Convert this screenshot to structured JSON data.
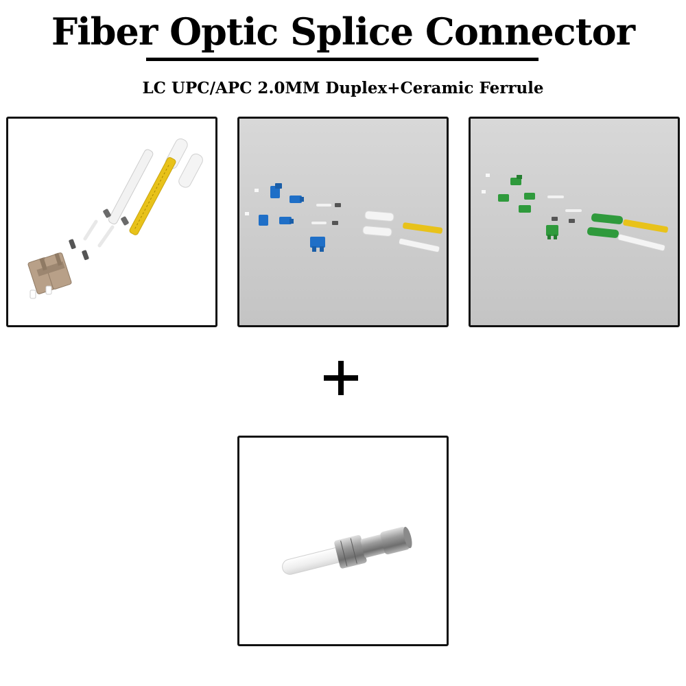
{
  "header": {
    "title": "Fiber Optic Splice Connector",
    "subtitle": "LC UPC/APC 2.0MM Duplex+Ceramic Ferrule"
  },
  "panels": [
    {
      "depicts": "duplex-lc-connector-kit",
      "accent": "#b8a088"
    },
    {
      "depicts": "lc-upc-connector-parts",
      "accent": "#1f6fc7"
    },
    {
      "depicts": "lc-apc-connector-parts",
      "accent": "#2f9a3c"
    },
    {
      "depicts": "ceramic-ferrule",
      "accent": "#9a9a9a"
    }
  ],
  "colors": {
    "background": "#ffffff",
    "text": "#000000",
    "panel_border": "#111111",
    "photo_gray": "#cfcfcf",
    "boot_yellow": "#e8c21a",
    "upc_blue": "#1f6fc7",
    "apc_green": "#2f9a3c",
    "ceramic": "#f2f2f2"
  },
  "separator_icon": "plus-icon"
}
